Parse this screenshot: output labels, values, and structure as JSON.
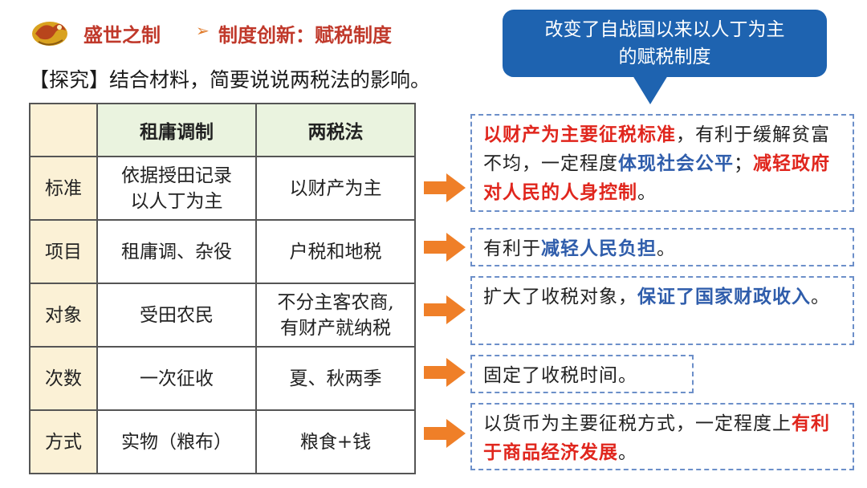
{
  "header": {
    "section": "盛世之制",
    "subtitle": "制度创新：赋税制度",
    "inquiry_tag": "【探究】",
    "inquiry_text": "结合材料，简要说说两税法的影响。"
  },
  "bubble": {
    "line1": "改变了自战国以来以人丁为主",
    "line2": "的赋税制度"
  },
  "table": {
    "headers": [
      "",
      "租庸调制",
      "两税法"
    ],
    "rows": [
      {
        "label": "标准",
        "col1": [
          "依据授田记录",
          "以人丁为主"
        ],
        "col2": [
          "以财产为主"
        ]
      },
      {
        "label": "项目",
        "col1": [
          "租庸调、杂役"
        ],
        "col2": [
          "户税和地税"
        ]
      },
      {
        "label": "对象",
        "col1": [
          "受田农民"
        ],
        "col2": [
          "不分主客农商,",
          "有财产就纳税"
        ]
      },
      {
        "label": "次数",
        "col1": [
          "一次征收"
        ],
        "col2": [
          "夏、秋两季"
        ]
      },
      {
        "label": "方式",
        "col1": [
          "实物（粮布）"
        ],
        "col2": [
          "粮食+钱"
        ]
      }
    ]
  },
  "boxes": {
    "b1": {
      "s1": "以财产为主要征税标准",
      "s2": "，有利于缓解贫富不均，一定程度",
      "s3": "体现社会公平",
      "s4": "；",
      "s5": "减轻政府对人民的人身控制",
      "s6": "。"
    },
    "b2": {
      "s1": "有利于",
      "s2": "减轻人民负担",
      "s3": "。"
    },
    "b3": {
      "s1": "扩大了收税对象，",
      "s2": "保证了国家财政收入",
      "s3": "。"
    },
    "b4": {
      "s1": "固定了收税时间。"
    },
    "b5": {
      "s1": "以货币为主要征税方式，一定程度上",
      "s2": "有利于商品经济发展",
      "s3": "。"
    }
  },
  "colors": {
    "accent_red": "#e0261d",
    "accent_blue": "#2f5dab",
    "bubble": "#1e63b0",
    "arrow": "#ef7f28"
  }
}
